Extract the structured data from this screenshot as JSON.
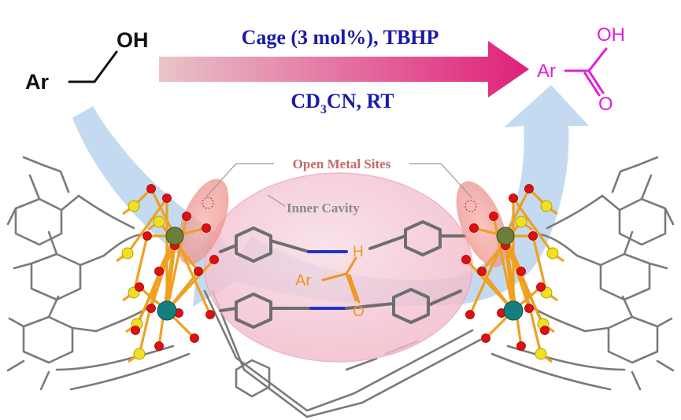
{
  "reactant": {
    "ar_label": "Ar",
    "oh_label": "OH"
  },
  "conditions": {
    "line1": "Cage (3 mol%), TBHP",
    "line2_prefix": "CD",
    "line2_subscript": "3",
    "line2_suffix": "CN,  RT",
    "color": "#1a1aa8"
  },
  "product": {
    "ar_label": "Ar",
    "oh_label": "OH",
    "o_label": "O",
    "color": "#e21fd6"
  },
  "intermediate": {
    "ar_label": "Ar",
    "h_label": "H",
    "o_label": "O",
    "color": "#f0961e"
  },
  "annotations": {
    "open_metal_sites": "Open Metal Sites",
    "inner_cavity": "Inner Cavity",
    "label_color": "#c46a6a"
  },
  "colors": {
    "arrow_start": "#e8c4c8",
    "arrow_end": "#e0207a",
    "flow_arrow": "#b9d4ee",
    "cavity": "#f2b8c8",
    "metal": "#138080",
    "oxygen": "#e01010",
    "sulfur": "#f0e020",
    "bond": "#f0a020",
    "frame": "#7a7a7a"
  }
}
